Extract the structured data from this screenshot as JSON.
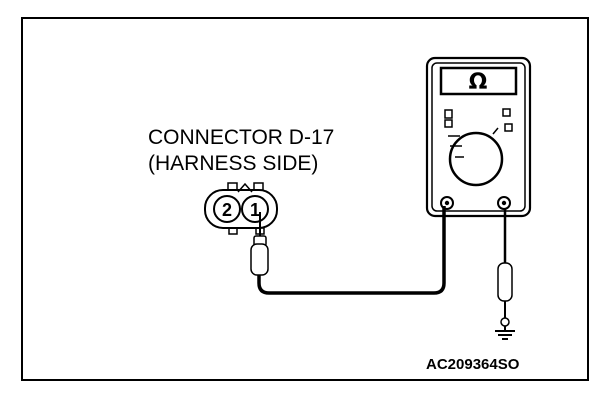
{
  "diagram": {
    "connector_label": "CONNECTOR D-17",
    "connector_side": "(HARNESS SIDE)",
    "figure_code": "AC209364SO",
    "meter_symbol": "Ω",
    "pin_labels": [
      "2",
      "1"
    ]
  },
  "colors": {
    "line": "#000000",
    "background": "#ffffff"
  }
}
